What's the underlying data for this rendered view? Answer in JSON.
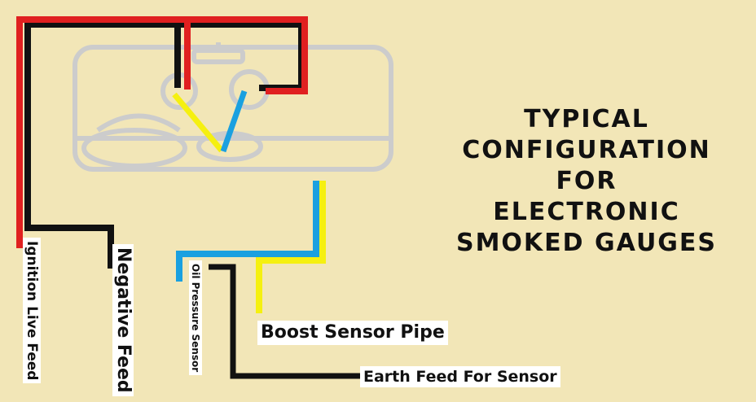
{
  "title_lines": [
    "Typical",
    "Configuration",
    "For",
    "Electronic",
    "Smoked Gauges"
  ],
  "labels": {
    "ignition": "Ignition Live Feed",
    "negative": "Negative Feed",
    "oil": "Oil Pressure Sensor",
    "boost": "Boost Sensor Pipe",
    "earth": "Earth Feed For Sensor"
  },
  "colors": {
    "background": "#f2e6b7",
    "live": "#e02020",
    "negative": "#111111",
    "oil": "#1aa0e0",
    "boost": "#f5f010",
    "gauge_outline": "#cccccc"
  }
}
